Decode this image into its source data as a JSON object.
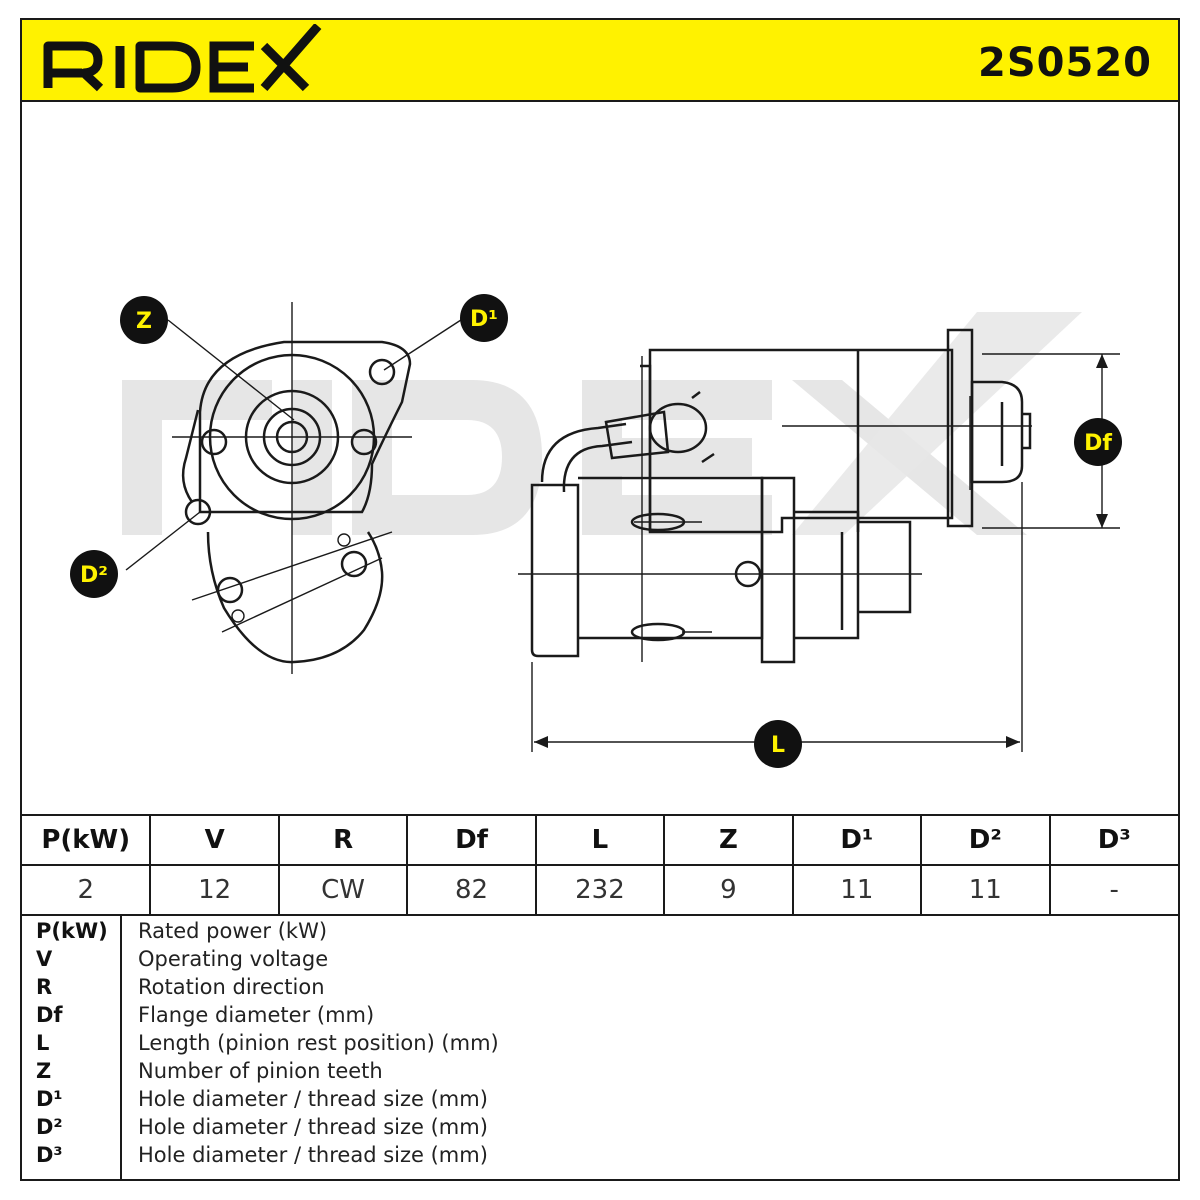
{
  "brand": "RIDEX",
  "part_number": "2S0520",
  "callouts": {
    "z": "Z",
    "d1": "D¹",
    "d2": "D²",
    "df": "Df",
    "l": "L"
  },
  "spec_table": {
    "headers": [
      "P(kW)",
      "V",
      "R",
      "Df",
      "L",
      "Z",
      "D¹",
      "D²",
      "D³"
    ],
    "values": [
      "2",
      "12",
      "CW",
      "82",
      "232",
      "9",
      "11",
      "11",
      "-"
    ]
  },
  "legend": [
    {
      "key": "P(kW)",
      "desc": "Rated power (kW)"
    },
    {
      "key": "V",
      "desc": "Operating voltage"
    },
    {
      "key": "R",
      "desc": "Rotation direction"
    },
    {
      "key": "Df",
      "desc": "Flange diameter (mm)"
    },
    {
      "key": "L",
      "desc": "Length (pinion rest position) (mm)"
    },
    {
      "key": "Z",
      "desc": "Number of pinion teeth"
    },
    {
      "key": "D¹",
      "desc": "Hole diameter / thread size (mm)"
    },
    {
      "key": "D²",
      "desc": "Hole diameter / thread size (mm)"
    },
    {
      "key": "D³",
      "desc": "Hole diameter / thread size (mm)"
    }
  ],
  "colors": {
    "accent_yellow": "#fff200",
    "ink": "#1a1a1a",
    "watermark": "#e6e6e6"
  }
}
